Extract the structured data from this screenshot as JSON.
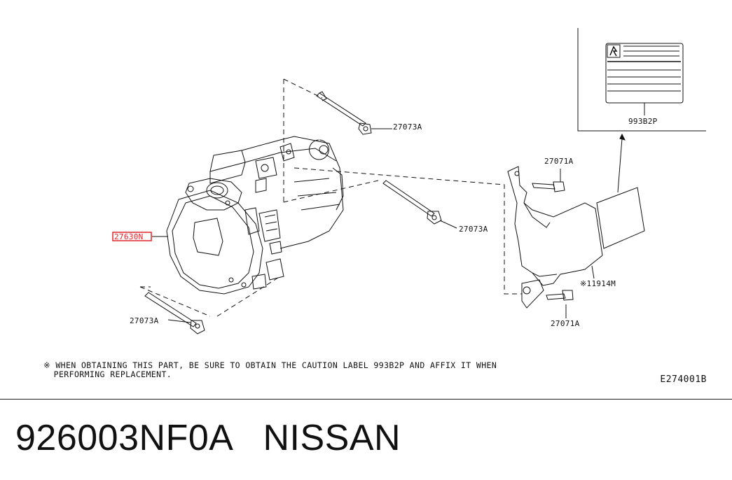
{
  "callouts": {
    "compressor": "27630N",
    "bolt_top": "27073A",
    "bolt_mid": "27073A",
    "bolt_low": "27073A",
    "bolt_small_top": "27071A",
    "bolt_small_low": "27071A",
    "bracket": "※11914M",
    "label": "993B2P"
  },
  "note_line1": "※ WHEN OBTAINING THIS PART, BE SURE TO OBTAIN THE CAUTION LABEL 993B2P AND AFFIX IT WHEN",
  "note_line2": "  PERFORMING REPLACEMENT.",
  "diagram_ref": "E274001B",
  "footer": {
    "part_number": "926003NF0A",
    "brand": "NISSAN"
  },
  "colors": {
    "highlight": "#e0262b",
    "ink": "#111111"
  }
}
